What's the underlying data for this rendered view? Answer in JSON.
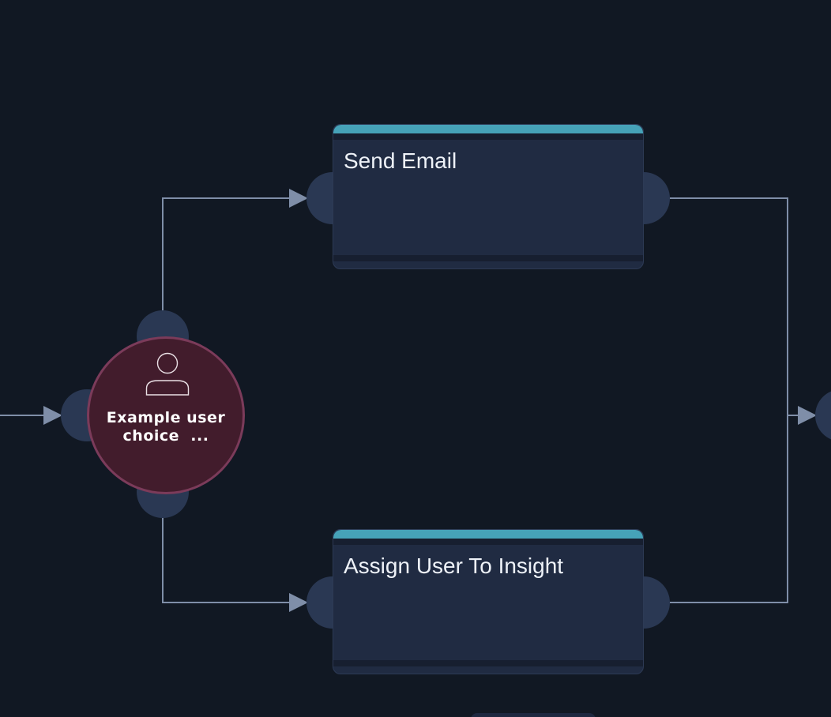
{
  "diagram": {
    "nodes": {
      "send_email": {
        "title": "Send Email",
        "accent_color": "#46a2b8"
      },
      "assign_user": {
        "title": "Assign User To Insight",
        "accent_color": "#46a2b8"
      },
      "user_choice": {
        "label_line1": "Example user",
        "label_line2": "choice  ...",
        "icon": "person-icon",
        "fill_color": "#421c2c",
        "border_color": "#7b3b5a"
      }
    },
    "edges": [
      {
        "from": "incoming",
        "to": "user_choice"
      },
      {
        "from": "user_choice",
        "to": "send_email"
      },
      {
        "from": "user_choice",
        "to": "assign_user"
      },
      {
        "from": "send_email",
        "to": "merge"
      },
      {
        "from": "assign_user",
        "to": "merge"
      }
    ],
    "colors": {
      "background": "#111823",
      "connector": "#7f8ea8",
      "port": "#2a3853",
      "node_body": "#202b42"
    }
  }
}
